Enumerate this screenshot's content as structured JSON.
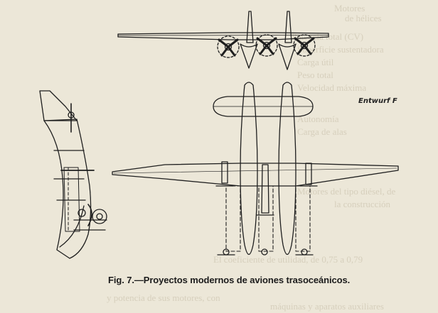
{
  "figure": {
    "caption": "Fig. 7.—Proyectos modernos de aviones trasoceánicos.",
    "design_label": "Entwurf F"
  },
  "bleed_through_text": [
    "Motores",
    "de hélices",
    "Potencia total (CV)",
    "Superficie sustentadora",
    "Carga útil",
    "Peso total",
    "Velocidad máxima",
    "Autonomía",
    "Carga de alas",
    "Motores del tipo diésel, de",
    "la construcción",
    "El coeficiente de utilidad, de 0,75 a 0,79",
    "y potencia de sus motores, con",
    "máquinas y aparatos auxiliares"
  ],
  "colors": {
    "ink": "#1f1f1f",
    "paper": "#ece7d8",
    "ghost": "#cfc7b3"
  }
}
